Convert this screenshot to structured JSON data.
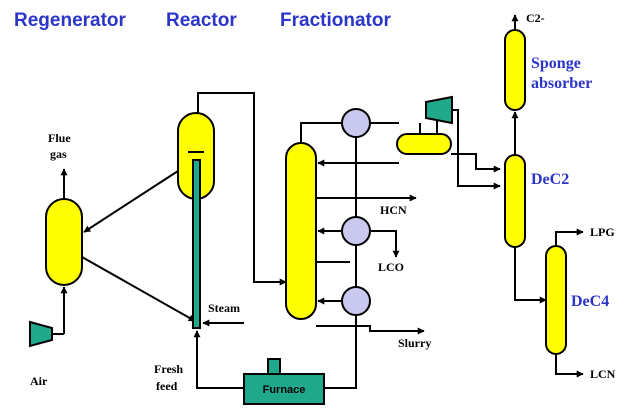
{
  "headers": {
    "regenerator": "Regenerator",
    "reactor": "Reactor",
    "fractionator": "Fractionator"
  },
  "streams": {
    "c2_minus": "C2-",
    "flue": "Flue",
    "gas": "gas",
    "hcn": "HCN",
    "lco": "LCO",
    "steam": "Steam",
    "slurry": "Slurry",
    "fresh": "Fresh",
    "feed": "feed",
    "air": "Air",
    "lpg": "LPG",
    "lcn": "LCN"
  },
  "units": {
    "sponge": "Sponge",
    "absorber": "absorber",
    "dec2": "DeC2",
    "dec4": "DeC4",
    "furnace": "Furnace"
  },
  "colors": {
    "vessel": "#ffff00",
    "exchanger": "#c9c9ef",
    "equipment": "#20a88a",
    "heading_text": "#2b35c8"
  }
}
